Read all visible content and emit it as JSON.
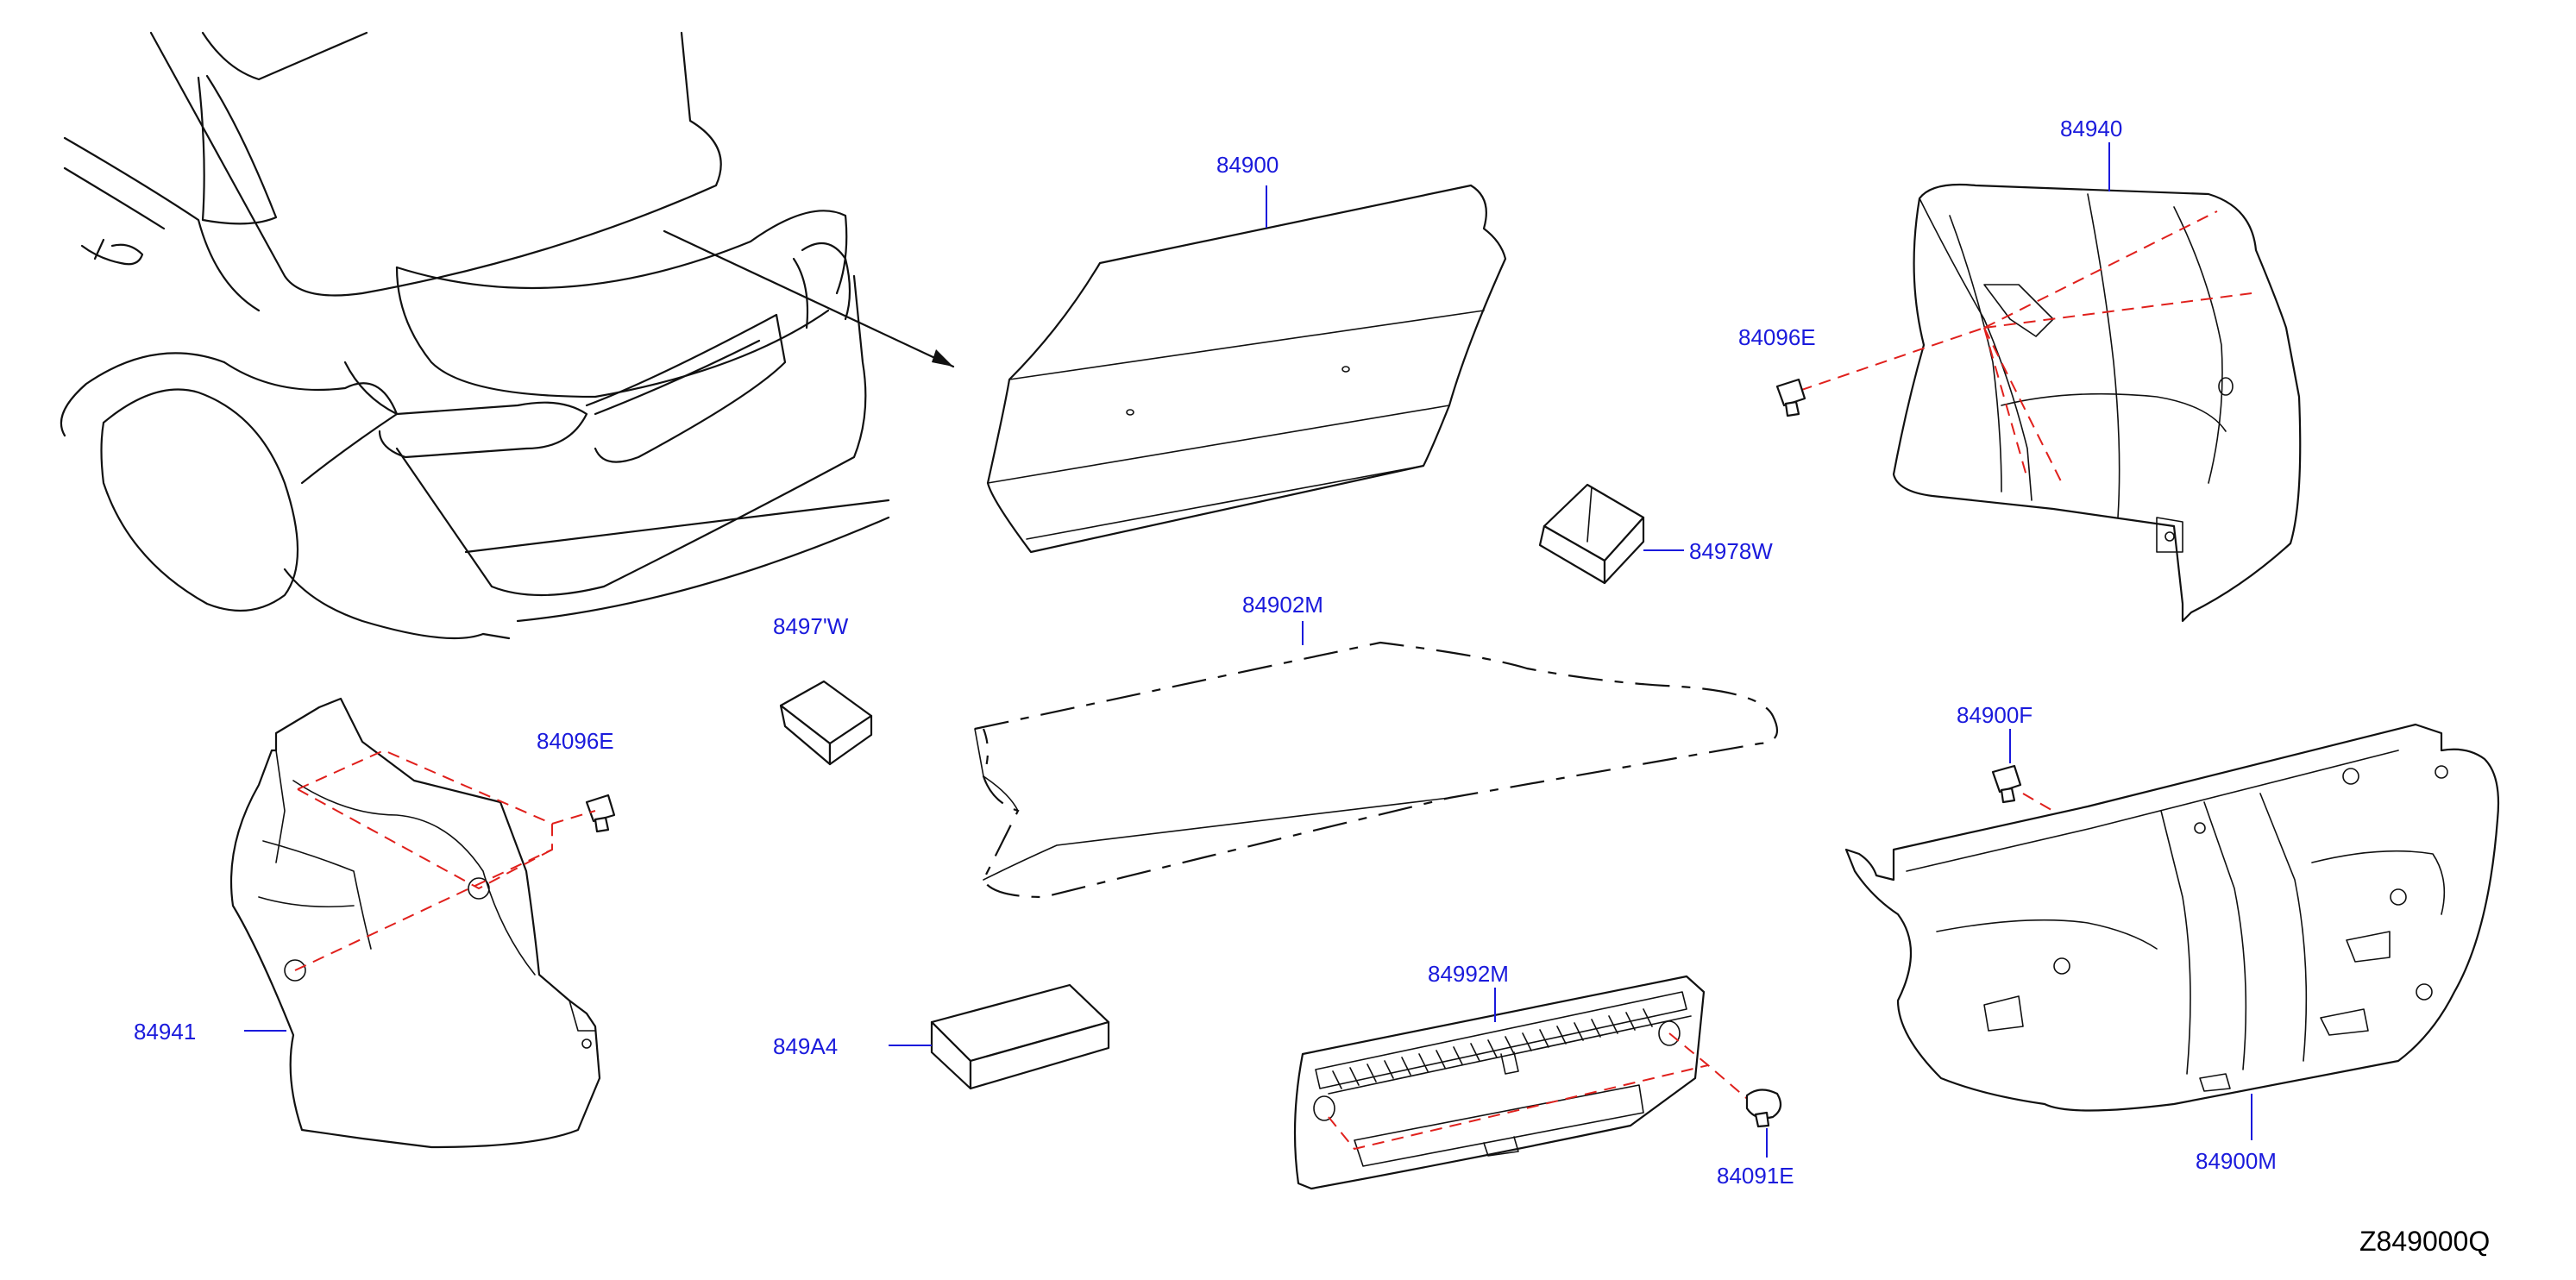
{
  "diagram": {
    "id": "Z849000Q"
  },
  "parts": {
    "p84900": "84900",
    "p84940": "84940",
    "p84096E_a": "84096E",
    "p84978W": "84978W",
    "p84979W": "8497'W",
    "p84902M": "84902M",
    "p84096E_b": "84096E",
    "p84900F": "84900F",
    "p84941": "84941",
    "p849A4": "849A4",
    "p84992M": "84992M",
    "p84091E": "84091E",
    "p84900M": "84900M"
  },
  "colors": {
    "label": "#1a1adc",
    "leader": "#1a1adc",
    "assembly_dash": "#e0201c",
    "outline": "#111111"
  }
}
